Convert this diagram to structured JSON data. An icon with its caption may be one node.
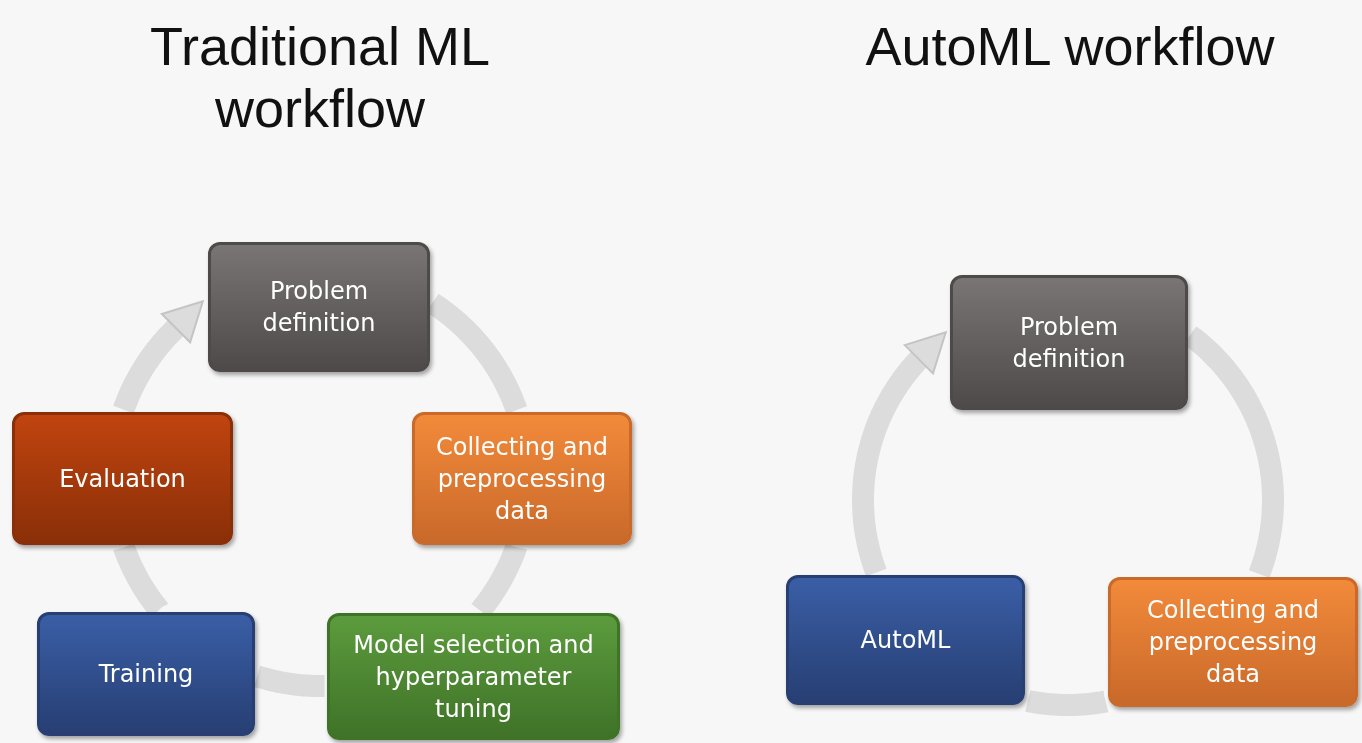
{
  "diagram": {
    "nodes": [
      {
        "text": [
          "Problem definition"
        ]
      },
      {
        "text": [
          "Collecting and preprocessing data"
        ]
      },
      {
        "text": [
          "Model selection and hyperparameter tuning"
        ]
      },
      {
        "text": [
          "Training"
        ]
      },
      {
        "text": [
          "Evaluation"
        ]
      },
      {
        "text": [
          "Problem definition"
        ]
      },
      {
        "text": [
          "Collecting and preprocessing data"
        ]
      },
      {
        "text": [
          "AutoML"
        ]
      }
    ],
    "edges": [
      {
        "from": 0,
        "to": 1,
        "arrow": "none"
      },
      {
        "from": 1,
        "to": 2,
        "arrow": "none"
      },
      {
        "from": 2,
        "to": 3,
        "arrow": "none"
      },
      {
        "from": 3,
        "to": 4,
        "arrow": "none"
      },
      {
        "from": 4,
        "to": 0,
        "arrow": "to"
      },
      {
        "from": 5,
        "to": 6,
        "arrow": "none"
      },
      {
        "from": 6,
        "to": 7,
        "arrow": "none"
      },
      {
        "from": 7,
        "to": 5,
        "arrow": "to"
      }
    ],
    "labels": [
      "Traditional ML workflow",
      "AutoML workflow"
    ]
  }
}
